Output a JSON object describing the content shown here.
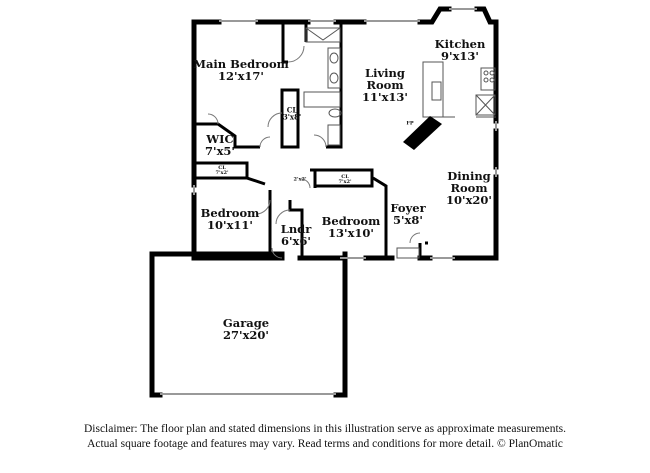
{
  "rooms": [
    {
      "name": "Main Bedroom",
      "dims": "12'x17'"
    },
    {
      "name": "Living Room",
      "dims": "11'x13'"
    },
    {
      "name": "Kitchen",
      "dims": "9'x13'"
    },
    {
      "name": "WIC",
      "dims": "7'x5'"
    },
    {
      "name": "CL",
      "dims": "3'x8'"
    },
    {
      "name": "CL",
      "dims": "7'x2'"
    },
    {
      "name": "Bedroom",
      "dims": "10'x11'"
    },
    {
      "name": "CL",
      "dims": "7'x2'"
    },
    {
      "name": "",
      "dims": "2'x2'"
    },
    {
      "name": "Lndr",
      "dims": "6'x6'"
    },
    {
      "name": "Bedroom",
      "dims": "13'x10'"
    },
    {
      "name": "Foyer",
      "dims": "5'x8'"
    },
    {
      "name": "Dining Room",
      "dims": "10'x20'"
    },
    {
      "name": "Garage",
      "dims": "27'x20'"
    }
  ],
  "fireplace_label": "FP",
  "disclaimer": {
    "line1": "Disclaimer: The floor plan and stated dimensions in this illustration serve as approximate measurements.",
    "line2": "Actual square footage and features may vary. Read terms and conditions for more detail. © PlanOmatic"
  }
}
